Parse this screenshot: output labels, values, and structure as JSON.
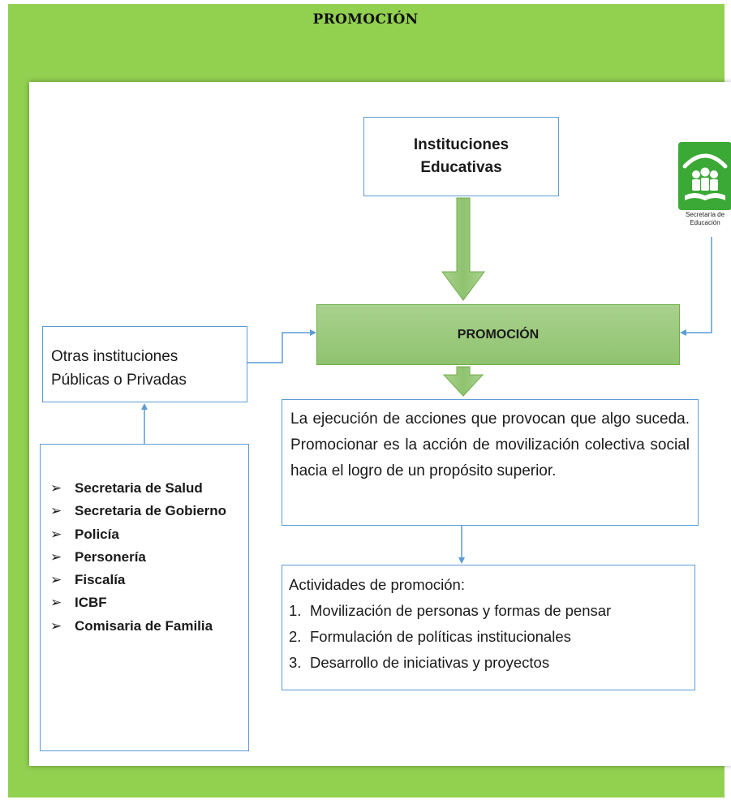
{
  "title": "PROMOCIÓN",
  "colors": {
    "panel_green": "#92d050",
    "arrow_green": "#8fc36f",
    "box_border": "#5b9bd5",
    "logo_green": "#3aa935"
  },
  "nodes": {
    "instituciones": "Instituciones Educativas",
    "promocion": "PROMOCIÓN",
    "otras": "Otras instituciones Públicas o Privadas",
    "definicion": "La ejecución de acciones que provocan que algo suceda. Promocionar es la acción de movilización colectiva social hacia el logro de un propósito superior.",
    "actividades": {
      "heading": "Actividades de promoción:",
      "items": [
        {
          "num": "1.",
          "text": "Movilización de personas y formas de pensar"
        },
        {
          "num": "2.",
          "text": "Formulación de políticas institucionales"
        },
        {
          "num": "3.",
          "text": "Desarrollo de iniciativas y proyectos"
        }
      ]
    },
    "entidades": {
      "bullet": "➢",
      "items": [
        "Secretaria de Salud",
        "Secretaria de Gobierno",
        "Policía",
        "Personería",
        "Fiscalía",
        "ICBF",
        "Comisaria de Familia"
      ]
    }
  },
  "logo": {
    "label_line1": "Secretaría de",
    "label_line2": "Educación",
    "icon": "people-book-icon"
  }
}
